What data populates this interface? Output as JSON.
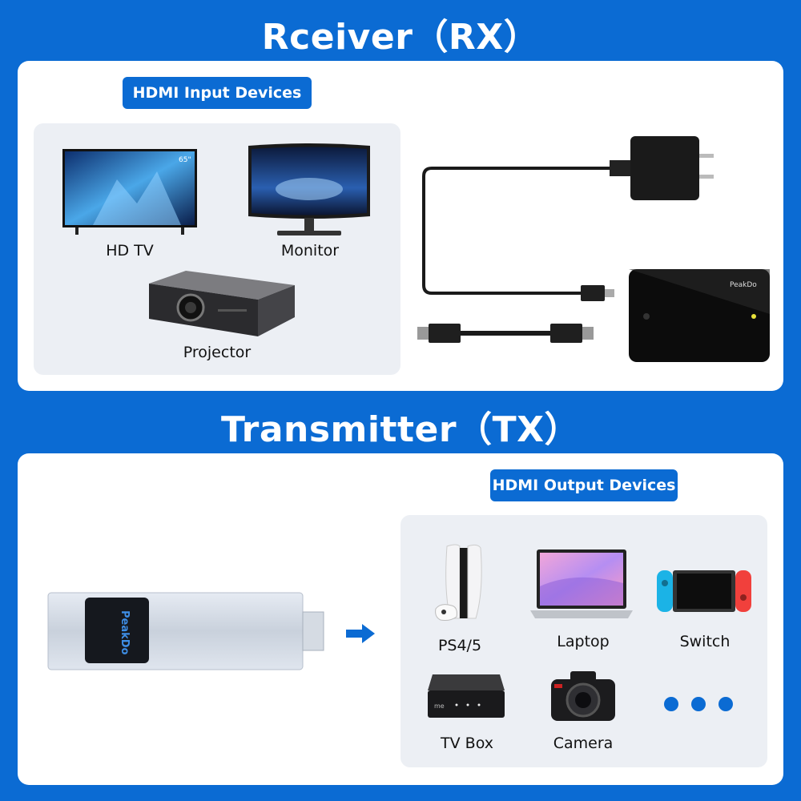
{
  "receiver": {
    "title": "Rceiver（RX）",
    "badge": "HDMI Input Devices",
    "devices": [
      {
        "label": "HD TV",
        "icon": "tv-icon",
        "screen_text": "65\""
      },
      {
        "label": "Monitor",
        "icon": "monitor-icon"
      },
      {
        "label": "Projector",
        "icon": "projector-icon"
      }
    ],
    "receiver_brand": "PeakDo"
  },
  "transmitter": {
    "title": "Transmitter（TX）",
    "badge": "HDMI Output Devices",
    "dongle_brand": "PeakDo",
    "devices": [
      {
        "label": "PS4/5",
        "icon": "console-icon"
      },
      {
        "label": "Laptop",
        "icon": "laptop-icon"
      },
      {
        "label": "Switch",
        "icon": "handheld-console-icon"
      },
      {
        "label": "TV Box",
        "icon": "tv-box-icon"
      },
      {
        "label": "Camera",
        "icon": "camera-icon"
      }
    ]
  },
  "colors": {
    "brand_blue": "#0b6bd3",
    "panel_gray": "#eceff4"
  }
}
